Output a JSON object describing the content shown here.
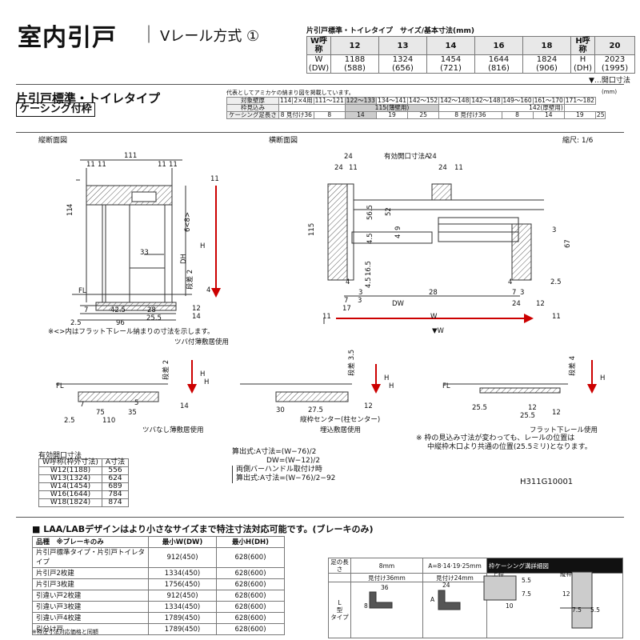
{
  "header": {
    "title": "室内引戸",
    "separator": "｜",
    "subtitle": "Vレール方式 ①",
    "size_table_caption": "片引戸標準・トイレタイプ　サイズ/基本寸法(mm)",
    "size_table": {
      "w_label": "W呼称",
      "w_codes": [
        "12",
        "13",
        "14",
        "16",
        "18"
      ],
      "w_row_label": [
        "W",
        "(DW)"
      ],
      "w_values": [
        "1188",
        "1324",
        "1454",
        "1644",
        "1824"
      ],
      "dw_values": [
        "(588)",
        "(656)",
        "(721)",
        "(816)",
        "(906)"
      ],
      "h_label": "H呼称",
      "h_code": "20",
      "h_row_label": [
        "H",
        "(DH)"
      ],
      "h_value": "2023",
      "dh_value": "(1995)"
    },
    "opening_note": "▼…開口寸法"
  },
  "section": {
    "title": "片引戸標準・トイレタイプ",
    "badge": "ケーシング付枠",
    "fit_caption": "代表としてアミカケの納まり図を掲載しています。",
    "fit_unit": "(mm)",
    "fit_rows": [
      {
        "label": "対象壁厚",
        "cells": [
          "114",
          "2×4用",
          "111～121",
          "122～133",
          "134～141",
          "142～152",
          "142～148",
          "142～148",
          "149～160",
          "161～170",
          "171～182"
        ]
      },
      {
        "label": "枠見込み",
        "cells": [
          "",
          "",
          "",
          "115(薄壁用)",
          "",
          "",
          "",
          "",
          "142(厚壁用)",
          "",
          ""
        ]
      },
      {
        "label": "ケーシング足長さ",
        "cells": [
          "8",
          "見付け36",
          "8",
          "14",
          "19",
          "25",
          "8",
          "見付け36",
          "8",
          "14",
          "19",
          "25"
        ]
      }
    ],
    "view_labels": {
      "vertical": "縦断面図",
      "horizontal": "横断面図",
      "scale": "縮尺: 1/6"
    }
  },
  "dimensions": {
    "vertical": [
      "111",
      "11",
      "11",
      "11",
      "11",
      "4",
      "33",
      "6<8>",
      "H",
      "DH",
      "段差 2",
      "4",
      "12",
      "14",
      "42.5",
      "28",
      "25.5",
      "96",
      "7",
      "2.5",
      "FL"
    ],
    "horizontal": [
      "24",
      "24",
      "11",
      "有効開口寸法A",
      "24",
      "11",
      "56.5",
      "4.5",
      "52",
      "115",
      "9",
      "4",
      "3",
      "67",
      "16.5",
      "4.5",
      "28",
      "4",
      "2.5",
      "7",
      "3",
      "7",
      "3",
      "DW",
      "17",
      "24",
      "12",
      "W",
      "▼W",
      "11",
      "11",
      "2.5"
    ],
    "note_flat": "※<>内はフラット下レール納まりの寸法を示します。"
  },
  "details": [
    {
      "caption": "ツバ付薄敷居使用",
      "dims": [
        "段差 2",
        "7",
        "75",
        "35",
        "5",
        "2.5",
        "110",
        "14",
        "H",
        "FL"
      ]
    },
    {
      "caption": "ツバなし薄敷居使用",
      "dims": []
    },
    {
      "caption": "埋込敷居使用",
      "dims": [
        "段差 3.5",
        "30",
        "27.5",
        "12",
        "H",
        "縦枠センター(柱センター)"
      ]
    },
    {
      "caption": "フラット下レール使用",
      "dims": [
        "段差 4",
        "25.5",
        "12",
        "25.5",
        "12",
        "H",
        "FL"
      ]
    }
  ],
  "flat_note": [
    "※ 枠の見込み寸法が変わっても、レールの位置は",
    "中縦枠木口より共通の位置(25.5ミリ)となります。"
  ],
  "formulas": [
    "算出式:A寸法=(W−76)/2",
    "DW=(W−12)/2",
    "両側バーハンドル取付け時",
    "算出式:A寸法=(W−76)/2−92"
  ],
  "product_code": "H311G10001",
  "a_table": {
    "title": "有効開口寸法",
    "headers": [
      "W呼称(枠外寸法)",
      "A寸法"
    ],
    "rows": [
      [
        "W12(1188)",
        "556"
      ],
      [
        "W13(1324)",
        "624"
      ],
      [
        "W14(1454)",
        "689"
      ],
      [
        "W16(1644)",
        "784"
      ],
      [
        "W18(1824)",
        "874"
      ]
    ]
  },
  "min_table": {
    "note": "■ LAA/LABデザインはより小さなサイズまで特注寸法対応可能です。(ブレーキのみ)",
    "headers": [
      "品種　※ブレーキのみ",
      "最小W(DW)",
      "最小H(DH)"
    ],
    "rows": [
      [
        "片引戸標準タイプ・片引戸トイレタイプ",
        "912(450)",
        "628(600)"
      ],
      [
        "片引戸2枚建",
        "1334(450)",
        "628(600)"
      ],
      [
        "片引戸3枚建",
        "1756(450)",
        "628(600)"
      ],
      [
        "引違い戸2枚建",
        "912(450)",
        "628(600)"
      ],
      [
        "引違い戸3枚建",
        "1334(450)",
        "628(600)"
      ],
      [
        "引違い戸4枚建",
        "1789(450)",
        "628(600)"
      ],
      [
        "引分け戸",
        "1789(450)",
        "628(600)"
      ]
    ],
    "footnote": "※特注寸法対応価格と同額"
  },
  "casing_table": {
    "foot_label": "足の長さ",
    "col1": "8mm",
    "col2": "A=8·14·19·25mm",
    "col3": "枠ケーシング溝詳細図",
    "sub1": "見付け36mm",
    "sub2": "見付け24mm",
    "row_label": [
      "L",
      "型",
      "タイプ"
    ],
    "l1_dims": [
      "36",
      "8"
    ],
    "l2_dims": [
      "24",
      "A"
    ],
    "top_label": "上枠",
    "side_label": "縦枠",
    "top_dims": [
      "5.5",
      "7.5",
      "10"
    ],
    "side_dims": [
      "12",
      "7.5",
      "5.5"
    ]
  }
}
